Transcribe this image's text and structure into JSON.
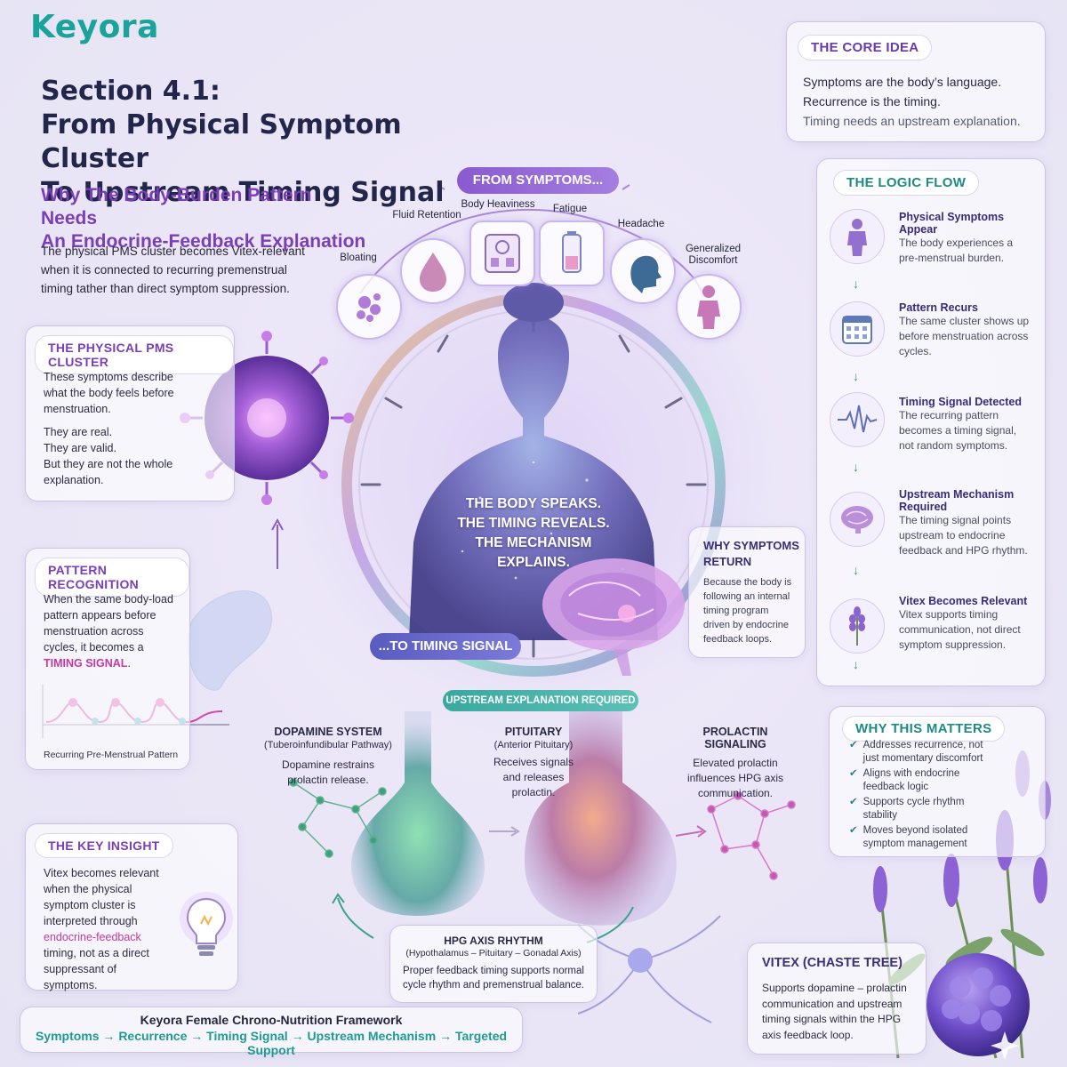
{
  "brand": "Keyora",
  "title": {
    "line1": "Section 4.1:",
    "line2": "From Physical Symptom Cluster",
    "line3": "To Upstream Timing Signal"
  },
  "subtitle": {
    "line1": "Why The Body-Burden Pattern Needs",
    "line2": "An Endocrine-Feedback Explanation"
  },
  "intro": "The physical PMS cluster becomes Vitex-relevant when it is connected to recurring premenstrual timing tather than direct symptom suppression.",
  "from_symptoms": "FROM SYMPTOMS...",
  "symptoms": [
    {
      "label": "Bloating",
      "icon": "bloating-cells-icon"
    },
    {
      "label": "Fluid Retention",
      "icon": "water-drop-icon"
    },
    {
      "label": "Body Heaviness",
      "icon": "scale-icon"
    },
    {
      "label": "Fatigue",
      "icon": "battery-icon"
    },
    {
      "label": "Headache",
      "icon": "head-icon"
    },
    {
      "label": "Generalized Discomfort",
      "icon": "body-icon"
    }
  ],
  "center_text": {
    "l1": "THE BODY SPEAKS.",
    "l2": "THE TIMING REVEALS.",
    "l3": "THE MECHANISM",
    "l4": "EXPLAINS."
  },
  "to_timing": "...TO TIMING SIGNAL",
  "upstream_required": "UPSTREAM EXPLANATION REQUIRED",
  "core_idea": {
    "title": "THE CORE IDEA",
    "l1": "Symptoms are the body’s language.",
    "l2": "Recurrence is the timing.",
    "l3": "Timing needs an upstream explanation."
  },
  "logic_flow": {
    "title": "THE LOGIC FLOW",
    "steps": [
      {
        "head": "Physical Symptoms Appear",
        "body": "The body experiences a pre-menstrual burden.",
        "icon": "person-icon"
      },
      {
        "head": "Pattern Recurs",
        "body": "The same cluster shows up before menstruation across cycles.",
        "icon": "calendar-icon"
      },
      {
        "head": "Timing Signal Detected",
        "body": "The recurring pattern becomes a timing signal, not random symptoms.",
        "icon": "waveform-icon"
      },
      {
        "head": "Upstream Mechanism Required",
        "body": "The timing signal points upstream to endocrine feedback and HPG rhythm.",
        "icon": "brain-icon"
      },
      {
        "head": "Vitex Becomes Relevant",
        "body": "Vitex supports timing communication, not direct symptom suppression.",
        "icon": "vitex-flower-icon"
      }
    ]
  },
  "pms_cluster": {
    "title": "THE PHYSICAL PMS CLUSTER",
    "p1": "These symptoms describe what the body feels before menstruation.",
    "p2a": "They are real.",
    "p2b": "They are valid.",
    "p2c": "But they are not the whole explanation."
  },
  "pattern_recognition": {
    "title": "PATTERN RECOGNITION",
    "body": "When the same body-load pattern appears before menstruation across cycles, it becomes a",
    "highlight": "TIMING SIGNAL",
    "end": ".",
    "chart_caption": "Recurring Pre-Menstrual Pattern"
  },
  "why_return": {
    "title": "WHY SYMPTOMS RETURN",
    "body": "Because the body is following an internal timing program driven by endocrine feedback loops."
  },
  "dopamine": {
    "title": "DOPAMINE SYSTEM",
    "sub": "(Tuberoinfundibular Pathway)",
    "body": "Dopamine restrains prolactin release."
  },
  "pituitary": {
    "title": "PITUITARY",
    "sub": "(Anterior Pituitary)",
    "body": "Receives signals and releases prolactin."
  },
  "prolactin": {
    "title": "PROLACTIN SIGNALING",
    "body": "Elevated prolactin influences HPG axis communication."
  },
  "hpg": {
    "title": "HPG AXIS RHYTHM",
    "sub": "(Hypothalamus – Pituitary – Gonadal Axis)",
    "body": "Proper feedback timing supports normal cycle rhythm and premenstrual balance."
  },
  "why_matters": {
    "title": "WHY THIS MATTERS",
    "items": [
      "Addresses recurrence, not just momentary discomfort",
      "Aligns with endocrine feedback logic",
      "Supports cycle rhythm stability",
      "Moves beyond isolated symptom management"
    ]
  },
  "key_insight": {
    "title": "THE KEY INSIGHT",
    "pre": "Vitex becomes relevant when the physical symptom cluster is interpreted through",
    "highlight": "endocrine-feedback",
    "post": "timing, not as a direct suppressant of symptoms."
  },
  "vitex": {
    "title": "VITEX (CHASTE TREE)",
    "body": "Supports dopamine – prolactin communication and upstream timing signals within the HPG axis feedback loop."
  },
  "framework": {
    "title": "Keyora Female Chrono-Nutrition Framework",
    "steps": [
      "Symptoms",
      "Recurrence",
      "Timing Signal",
      "Upstream Mechanism",
      "Targeted Support"
    ],
    "arrow": "→"
  },
  "colors": {
    "teal": "#1aa39a",
    "purple": "#7a3fb6",
    "navy": "#22264a",
    "pink": "#c43aa0"
  }
}
